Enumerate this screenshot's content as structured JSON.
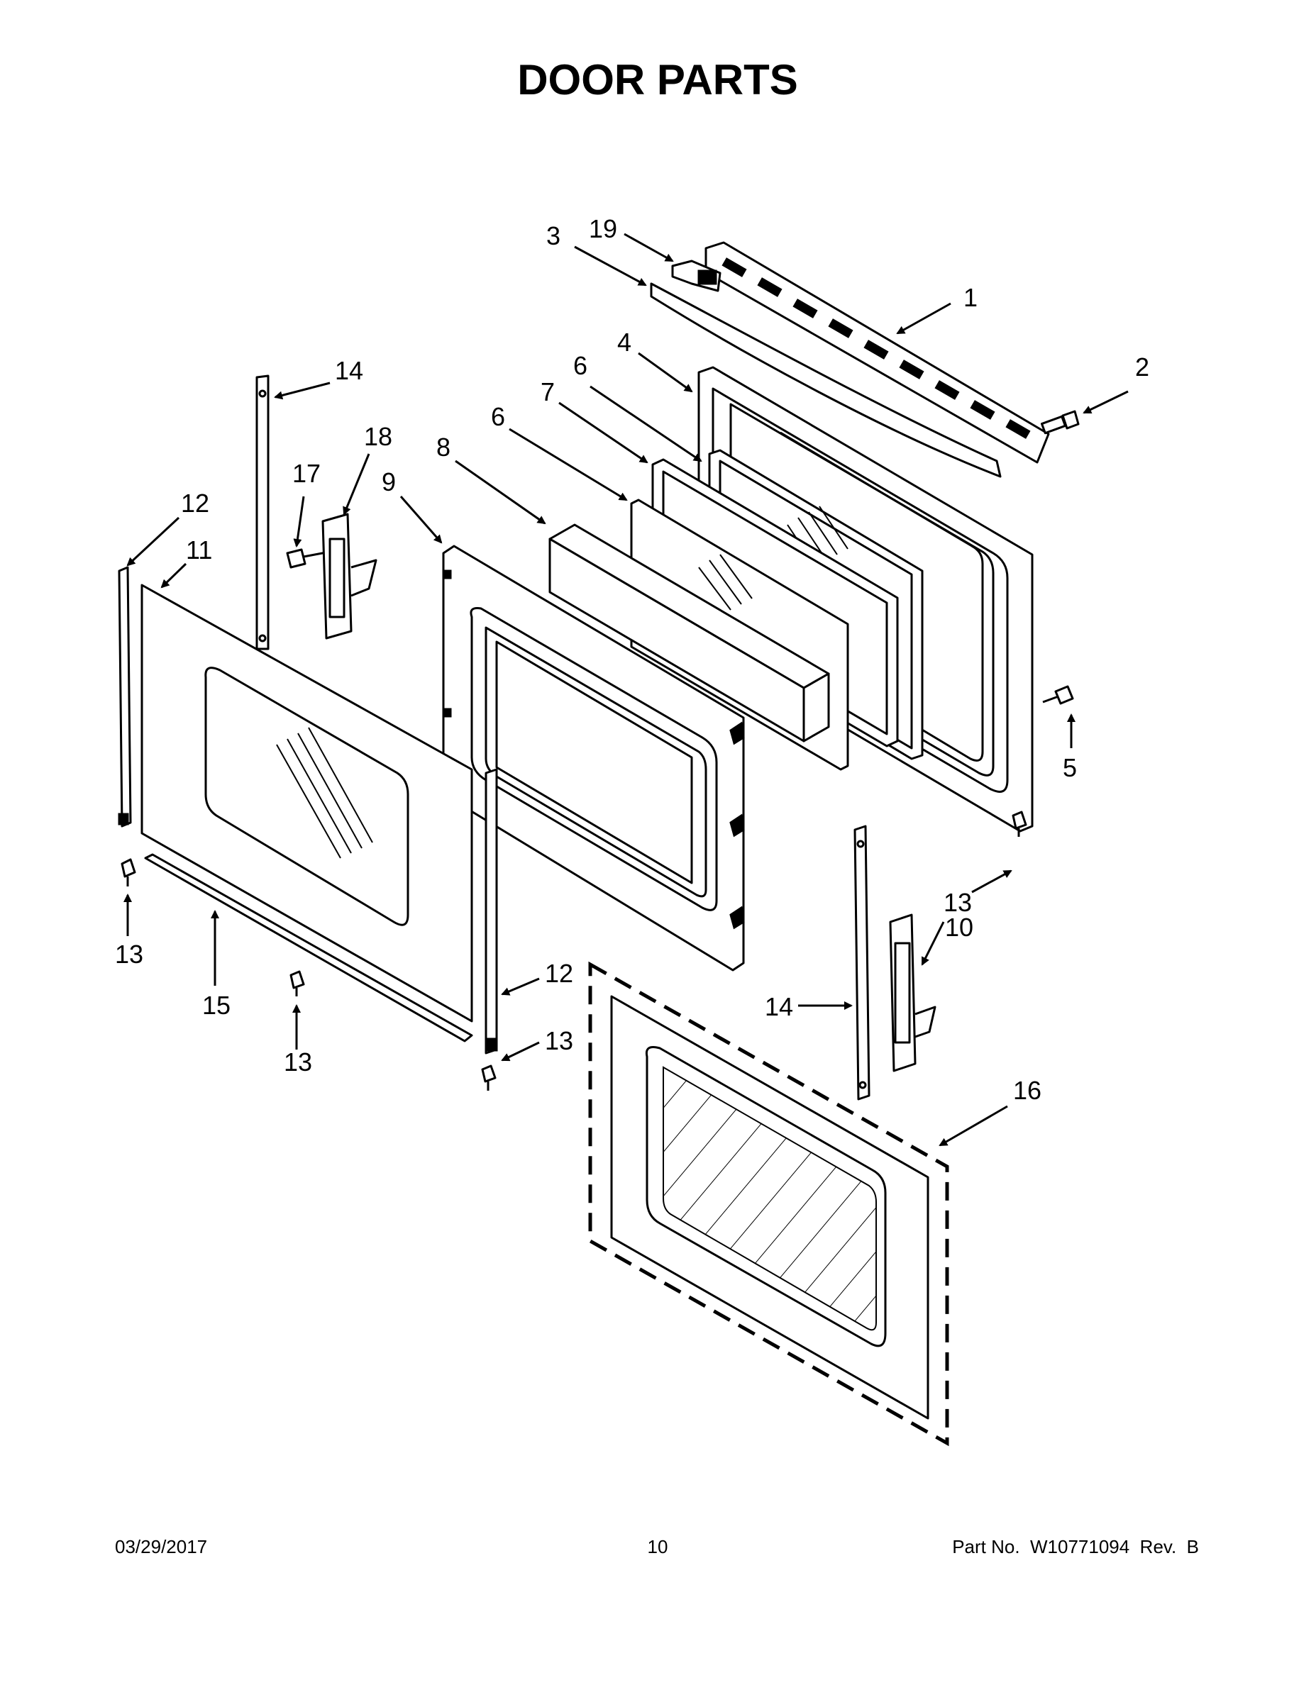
{
  "title": "DOOR PARTS",
  "footer": {
    "date": "03/29/2017",
    "page": "10",
    "part_number": "Part No.  W10771094  Rev.  B"
  },
  "callouts": {
    "c1": "1",
    "c2": "2",
    "c3": "3",
    "c4": "4",
    "c5": "5",
    "c6a": "6",
    "c6b": "6",
    "c7": "7",
    "c8": "8",
    "c9": "9",
    "c10": "10",
    "c11": "11",
    "c12a": "12",
    "c12b": "12",
    "c13a": "13",
    "c13b": "13",
    "c13c": "13",
    "c13d": "13",
    "c14a": "14",
    "c14b": "14",
    "c15": "15",
    "c16": "16",
    "c17": "17",
    "c18": "18",
    "c19": "19"
  }
}
